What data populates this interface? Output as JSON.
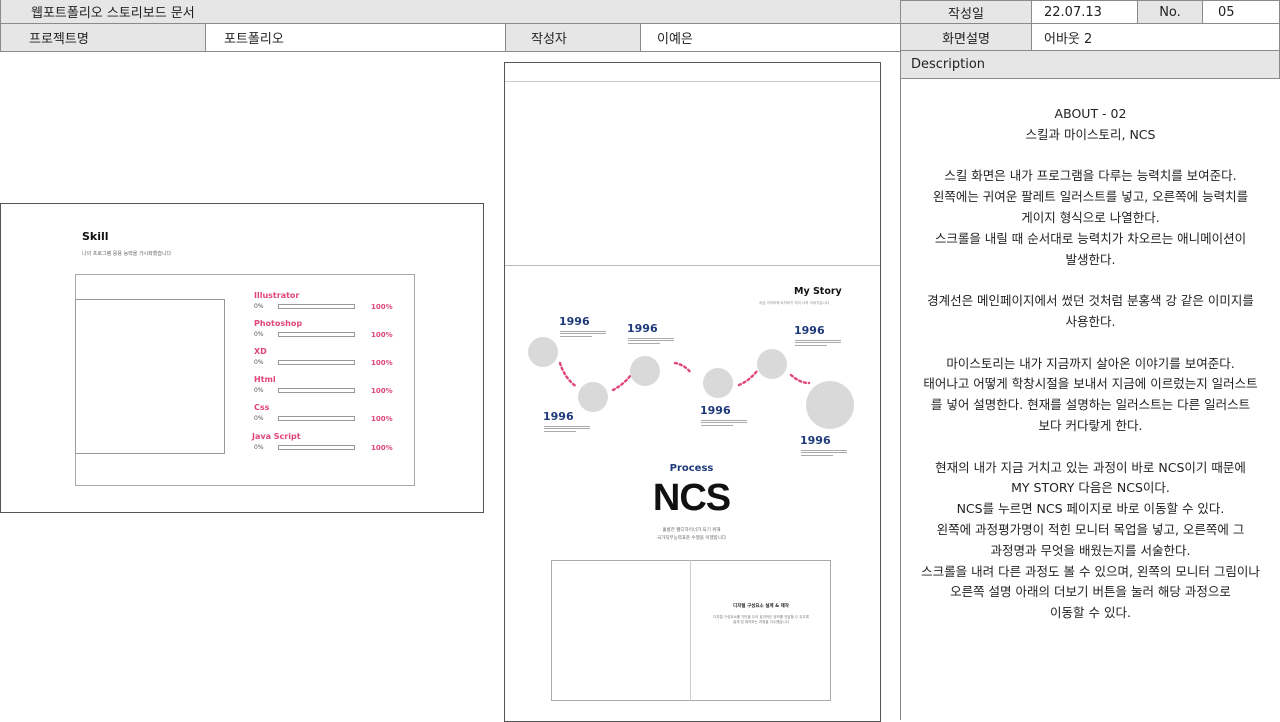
{
  "header": {
    "doc_title": "웹포트폴리오 스토리보드 문서",
    "project_label": "프로젝트명",
    "project_value": "포트폴리오",
    "author_label": "작성자",
    "author_value": "이예은",
    "date_label": "작성일",
    "date_value": "22.07.13",
    "no_label": "No.",
    "no_value": "05",
    "screen_label": "화면설명",
    "screen_value": "어바웃 2",
    "description_label": "Description"
  },
  "description": {
    "lines": "ABOUT - 02\n스킬과 마이스토리, NCS\n\n스킬 화면은 내가 프로그램을 다루는 능력치를 보여준다.\n왼쪽에는 귀여운 팔레트 일러스트를 넣고, 오른쪽에 능력치를\n게이지 형식으로 나열한다.\n스크롤을 내릴 때 순서대로 능력치가 차오르는 애니메이션이\n발생한다.\n\n경계선은 메인페이지에서  썼던 것처럼 분홍색 강 같은 이미지를\n사용한다.\n\n마이스토리는 내가 지금까지 살아온 이야기를 보여준다.\n태어나고 어떻게 학창시절을 보내서 지금에 이르렀는지 일러스트\n를 넣어 설명한다.   현재를 설명하는 일러스트는 다른 일러스트\n보다 커다랗게 한다.\n\n현재의 내가 지금 거치고 있는 과정이 바로 NCS이기 때문에\nMY STORY 다음은 NCS이다.\nNCS를 누르면 NCS  페이지로 바로 이동할 수 있다.\n왼쪽에 과정평가명이 적힌 모니터 목업을 넣고, 오른쪽에 그\n과정명과 무엇을 배웠는지를 서술한다.\n스크롤을 내려 다른 과정도 볼 수 있으며,  왼쪽의 모니터 그림이나\n오른쪽 설명 아래의 더보기 버튼을 눌러 해당 과정으로\n이동할 수 있다."
  },
  "skill_panel": {
    "title": "Skill",
    "subtitle": "나의 프로그램 응용 능력을 가시화했습니다",
    "skills": [
      {
        "name": "Illustrator",
        "start": "0%",
        "end": "100%"
      },
      {
        "name": "Photoshop",
        "start": "0%",
        "end": "100%"
      },
      {
        "name": "XD",
        "start": "0%",
        "end": "100%"
      },
      {
        "name": "Html",
        "start": "0%",
        "end": "100%"
      },
      {
        "name": "Css",
        "start": "0%",
        "end": "100%"
      },
      {
        "name": "Java Script",
        "start": "0%",
        "end": "100%"
      }
    ]
  },
  "story_panel": {
    "title": "My Story",
    "subtitle": "지금 이자리에 도착하기 까지 나의 이야기입니다",
    "years": [
      "1996",
      "1996",
      "1996",
      "1996",
      "1996",
      "1996"
    ],
    "process_label": "Process",
    "ncs_title": "NCS",
    "ncs_sub1": "훌륭한 웹디자이너가 되기 위해",
    "ncs_sub2": "국가직무능력표준 수행을 이행합니다",
    "course_title": "디지털 구성요소 설계 & 제작",
    "course_desc": "디지털 구성요소를 기반을 두어 효과적인 정보를 전달할 수 있도록 설계 및 제작하는 과정을 이수했습니다"
  },
  "colors": {
    "accent_pink": "#e0457b",
    "navy": "#1f3a7a",
    "header_gray": "#e6e6e6"
  }
}
